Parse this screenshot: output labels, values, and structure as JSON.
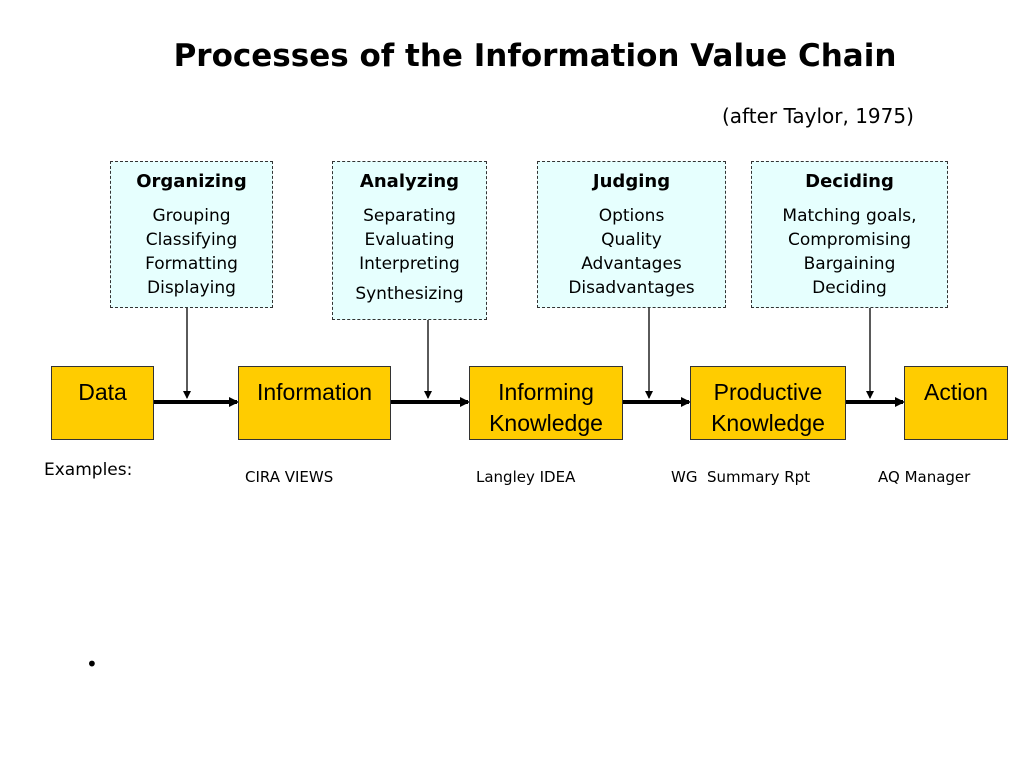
{
  "title": "Processes of the Information Value Chain",
  "subtitle": "(after Taylor, 1975)",
  "processes": [
    {
      "heading": "Organizing",
      "items": [
        "Grouping",
        "Classifying",
        "Formatting",
        "Displaying"
      ]
    },
    {
      "heading": "Analyzing",
      "items": [
        "Separating",
        "Evaluating",
        "Interpreting",
        "Synthesizing"
      ]
    },
    {
      "heading": "Judging",
      "items": [
        "Options",
        "Quality",
        "Advantages",
        "Disadvantages"
      ]
    },
    {
      "heading": "Deciding",
      "items": [
        "Matching goals,",
        "Compromising",
        "Bargaining",
        "Deciding"
      ]
    }
  ],
  "stages": [
    {
      "line1": "Data",
      "line2": ""
    },
    {
      "line1": "Information",
      "line2": ""
    },
    {
      "line1": "Informing",
      "line2": "Knowledge"
    },
    {
      "line1": "Productive",
      "line2": "Knowledge"
    },
    {
      "line1": "Action",
      "line2": ""
    }
  ],
  "examples": {
    "label": "Examples:",
    "items": [
      "CIRA VIEWS",
      "Langley IDEA",
      "WG  Summary Rpt",
      "AQ Manager"
    ]
  },
  "bullet": "•",
  "colors": {
    "stage_fill": "#ffcc00",
    "process_fill": "#e6fffe"
  }
}
